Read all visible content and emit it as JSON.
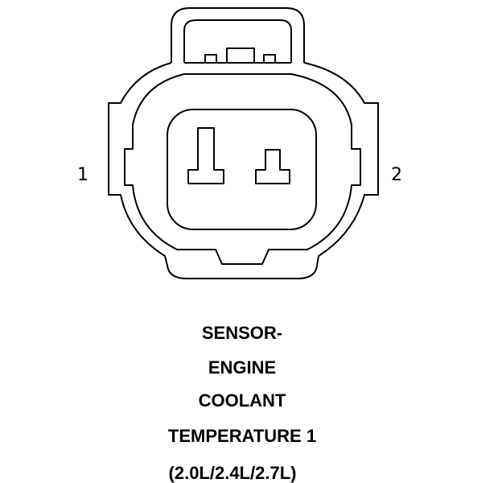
{
  "pins": {
    "left": "1",
    "right": "2"
  },
  "caption": {
    "line1": "SENSOR-",
    "line2": "ENGINE",
    "line3": "COOLANT",
    "line4": "TEMPERATURE 1",
    "line5": "(2.0L/2.4L/2.7L)"
  },
  "colors": {
    "line": "#000000",
    "background": "#ffffff"
  }
}
